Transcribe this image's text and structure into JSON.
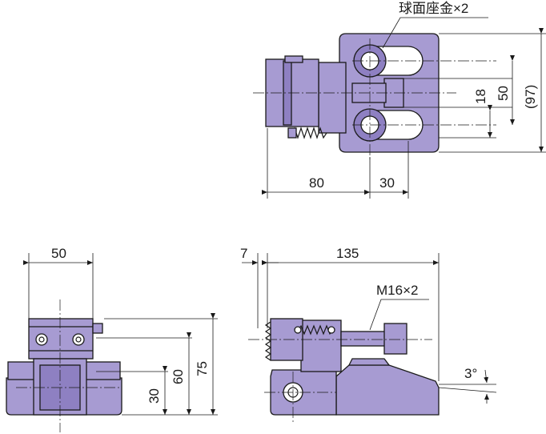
{
  "labels": {
    "spherical_washer": "球面座金×2",
    "dim_80": "80",
    "dim_30_top": "30",
    "dim_18": "18",
    "dim_50_right": "50",
    "dim_97": "(97)",
    "dim_50_front": "50",
    "dim_30_front": "30",
    "dim_60_front": "60",
    "dim_75_front": "75",
    "dim_7": "7",
    "dim_135": "135",
    "bolt_spec": "M16×2",
    "angle_3": "3°"
  },
  "colors": {
    "part_fill": "#a79bd2",
    "part_dark": "#8e80c2",
    "line": "#1a1a1a"
  }
}
